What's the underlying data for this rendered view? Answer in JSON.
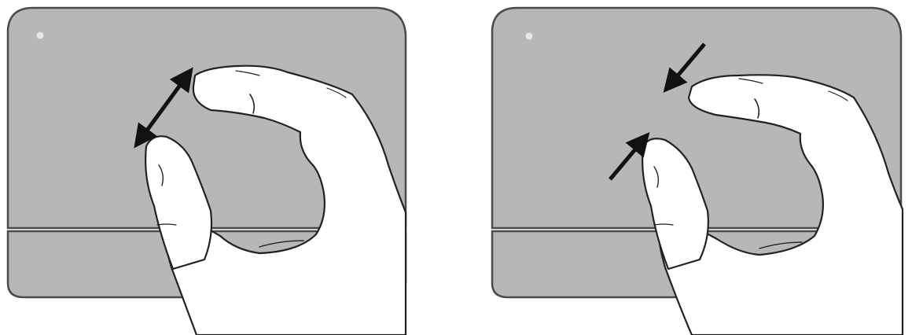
{
  "figure": {
    "panels": [
      {
        "id": "zoom-out",
        "gesture": "pinch-open",
        "arrow": "double-headed",
        "icons": [
          "touchpad",
          "hand",
          "double-arrow-icon"
        ]
      },
      {
        "id": "zoom-in",
        "gesture": "pinch-close",
        "arrow": "two-inward",
        "icons": [
          "touchpad",
          "hand",
          "inward-arrow-icon"
        ]
      }
    ],
    "colors": {
      "pad": "#b7b7b7",
      "pad_border": "#4a4a4a",
      "hand_fill": "#ffffff",
      "hand_stroke": "#222222",
      "arrow": "#111111",
      "led": "#e8e8e8"
    }
  }
}
